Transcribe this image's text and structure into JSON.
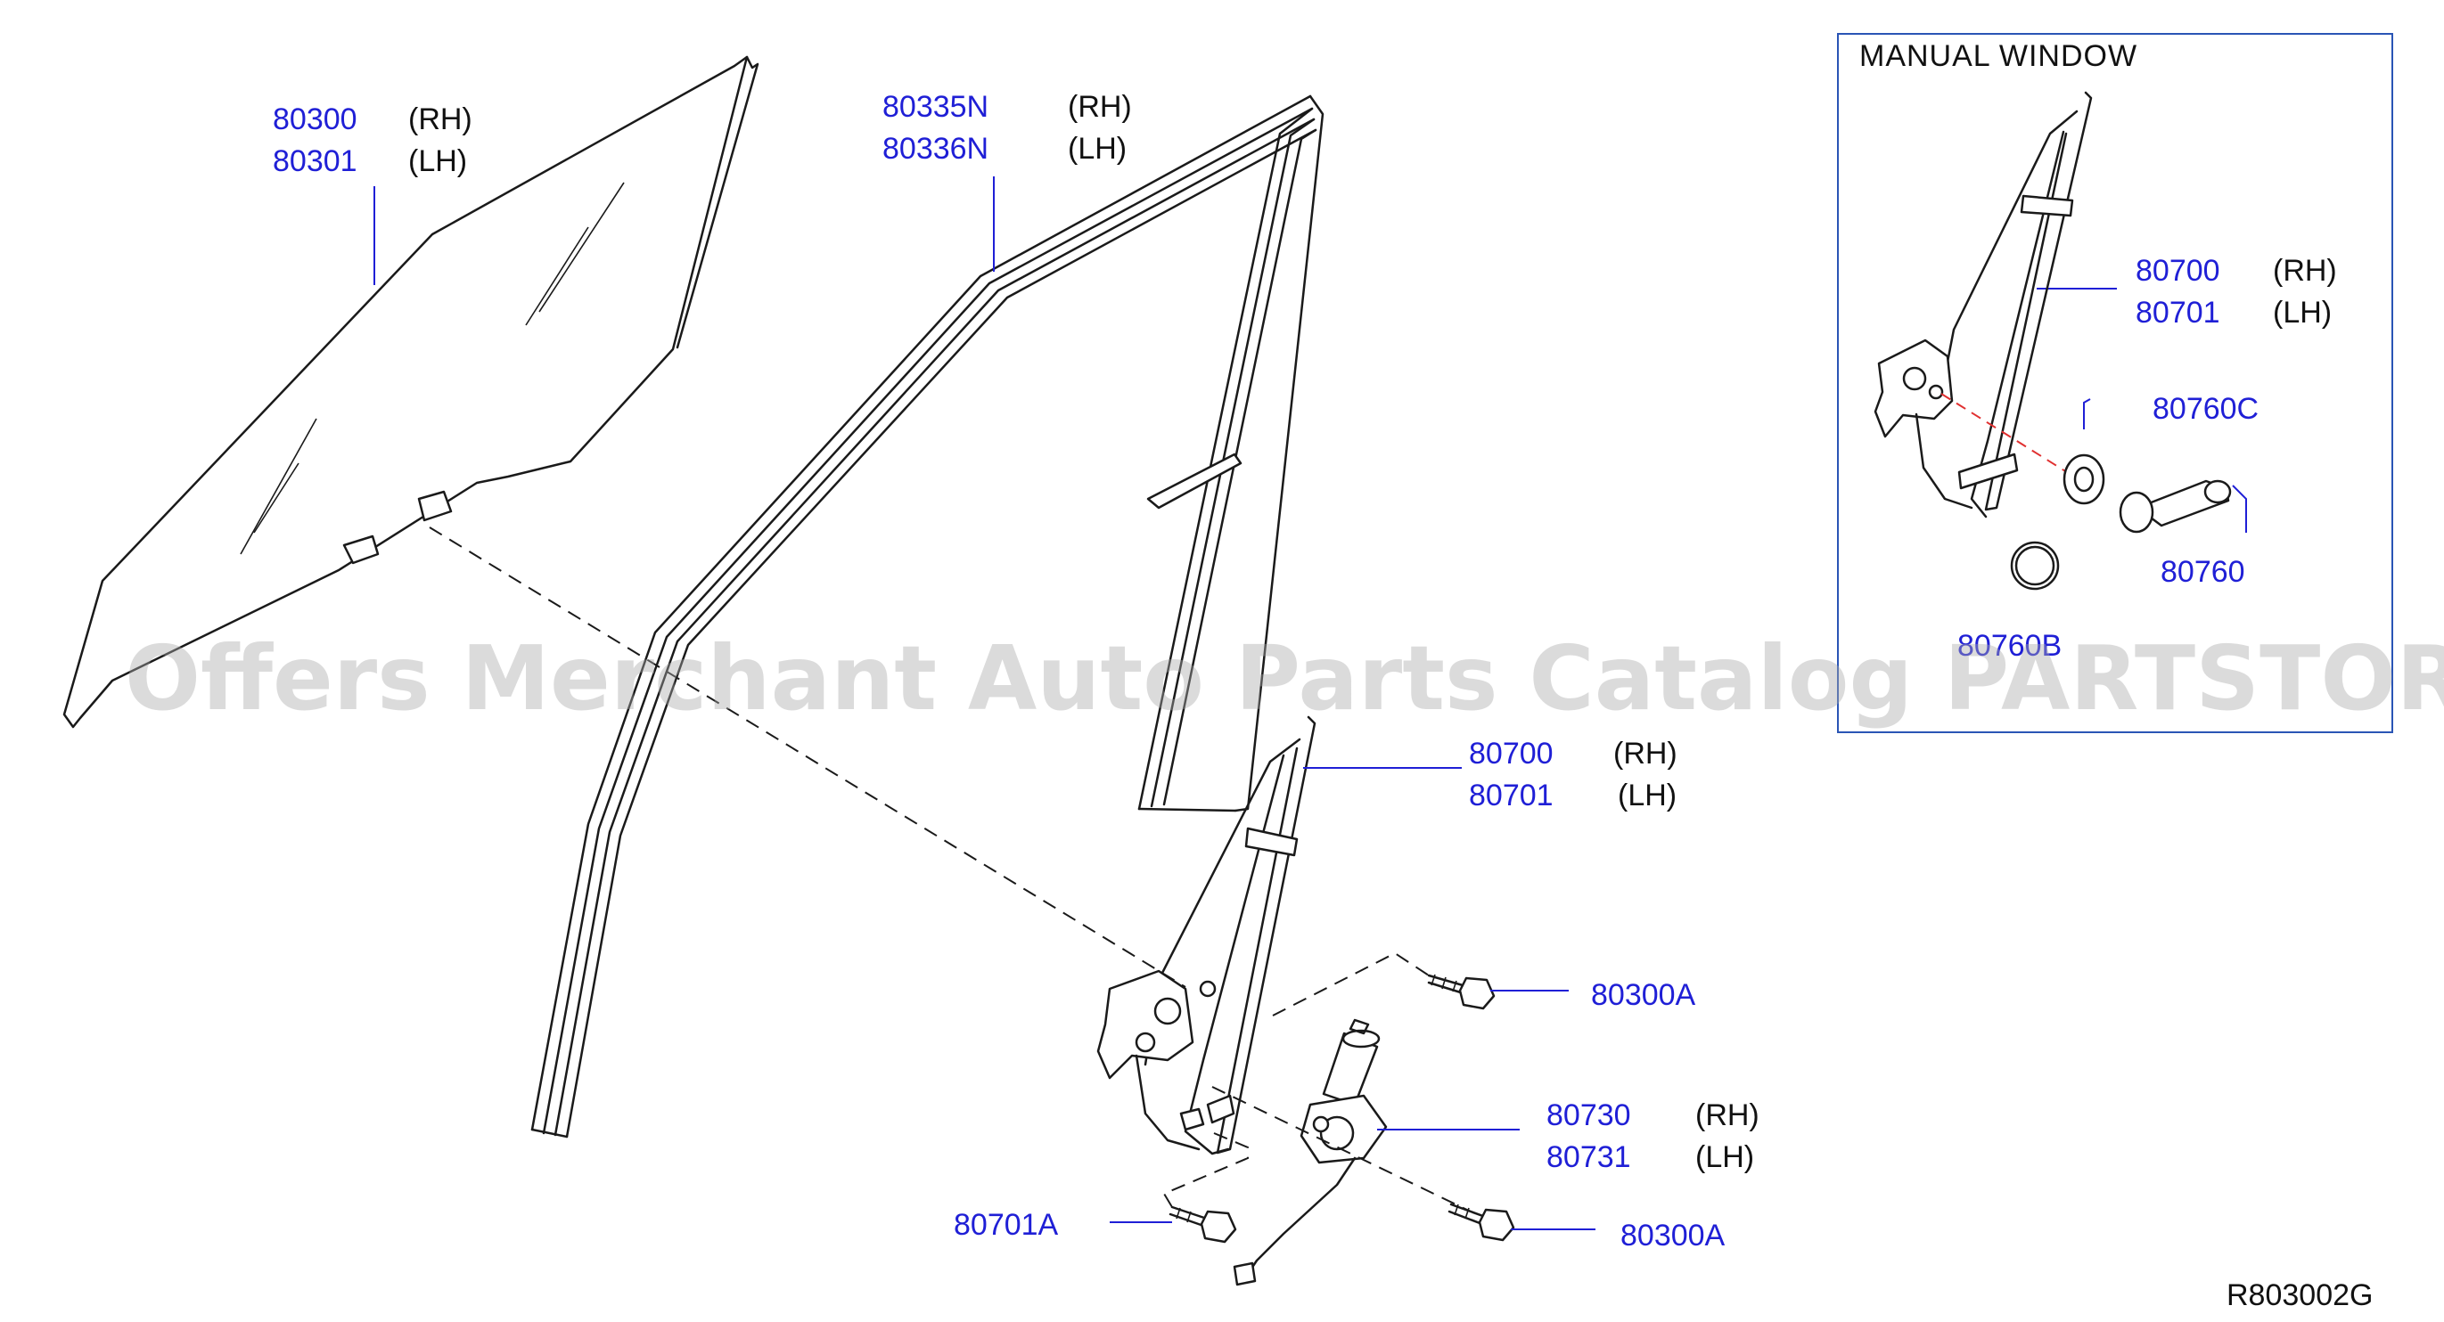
{
  "inset": {
    "title": "MANUAL   WINDOW"
  },
  "parts": {
    "glass_rh": "80300",
    "glass_lh": "80301",
    "run_rh": "80335N",
    "run_lh": "80336N",
    "regulator_rh": "80700",
    "regulator_lh": "80701",
    "bolt_upper": "80300A",
    "motor_rh": "80730",
    "motor_lh": "80731",
    "bolt_lower": "80300A",
    "bolt_regulator": "80701A",
    "inset_regulator_rh": "80700",
    "inset_regulator_lh": "80701",
    "inset_seat": "80760C",
    "inset_handle": "80760",
    "inset_clip": "80760B"
  },
  "side_labels": {
    "rh": "(RH)",
    "lh": "(LH)"
  },
  "watermark": "Offers Merchant Auto Parts Catalog PARTSTORE.SA",
  "diagram_ref": "R803002G",
  "colors": {
    "part_number": "#1f1fd6",
    "line": "#1a1a1a",
    "inset_border": "#2a55b5",
    "watermark": "#aaaaaa",
    "guide": "#e03030"
  }
}
